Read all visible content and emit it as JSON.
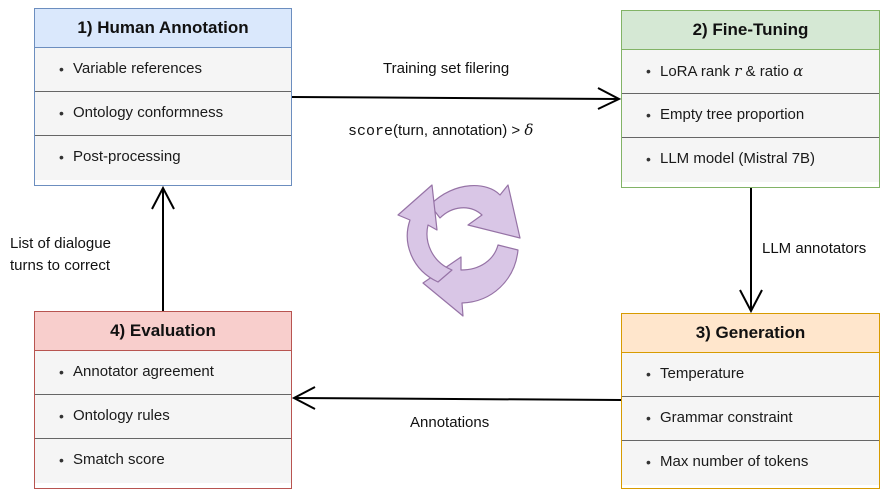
{
  "boxes": {
    "annotation": {
      "title": "1) Human Annotation",
      "items": [
        "Variable references",
        "Ontology conformness",
        "Post-processing"
      ],
      "color": "#dae8fc",
      "border": "#6c8ebf"
    },
    "finetuning": {
      "title": "2) Fine-Tuning",
      "item0_pre": "LoRA rank ",
      "item0_r": "r",
      "item0_mid": " & ratio ",
      "item0_alpha": "α",
      "items": [
        "Empty tree proportion",
        "LLM model (Mistral 7B)"
      ],
      "color": "#d5e8d4",
      "border": "#82b366"
    },
    "generation": {
      "title": "3) Generation",
      "items": [
        "Temperature",
        "Grammar constraint",
        "Max number of tokens"
      ],
      "color": "#ffe6cc",
      "border": "#d79b00"
    },
    "evaluation": {
      "title": "4) Evaluation",
      "items": [
        "Annotator agreement",
        "Ontology rules",
        "Smatch score"
      ],
      "color": "#f8cecc",
      "border": "#b85450"
    }
  },
  "edges": {
    "to_finetuning": "Training set filering",
    "filter_fn": "score",
    "filter_args": "(turn, annotation) > ",
    "filter_delta": "δ",
    "to_generation": "LLM annotators",
    "to_evaluation": "Annotations",
    "to_annotation_line1": "List of dialogue",
    "to_annotation_line2": "turns to correct"
  },
  "cycle_color": "#d9c6e6",
  "cycle_border": "#9673a6"
}
